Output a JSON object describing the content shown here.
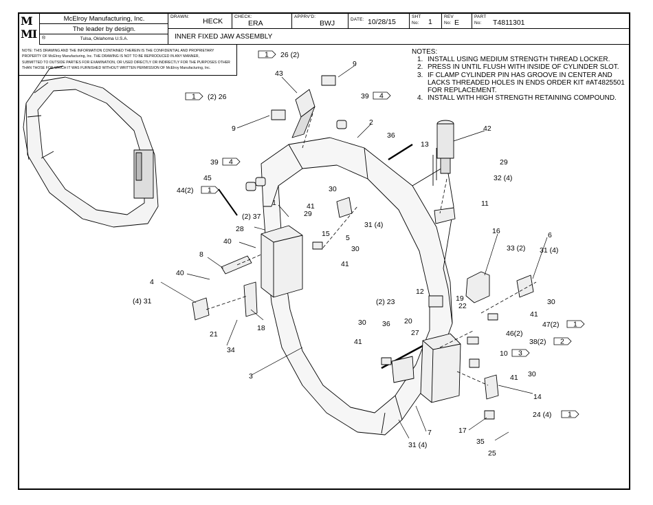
{
  "title_block": {
    "logo_top": "M",
    "logo_bottom": "MI",
    "company": "McElroy Manufacturing, Inc.",
    "slogan": "The leader by design.",
    "location": "Tulsa, Oklahoma U.S.A.",
    "registered_mark": "®",
    "drawn_label": "DRAWN:",
    "drawn_value": "HECK",
    "check_label": "CHECK:",
    "check_value": "ERA",
    "apprvd_label": "APPRV'D:",
    "apprvd_value": "BWJ",
    "date_label": "DATE:",
    "date_value": "10/28/15",
    "sht_label": "SHT",
    "no_label": "No:",
    "sht_value": "1",
    "rev_label": "REV",
    "rev_no_label": "No:",
    "rev_value": "E",
    "part_label": "PART",
    "part_no_label": "No:",
    "part_value": "T4811301",
    "drawing_title": "INNER FIXED JAW ASSEMBLY"
  },
  "confidentiality": [
    "NOTE: THIS DRAWING AND THE INFORMATION CONTAINED THEREIN IS THE CONFIDENTIAL AND PROPRIETARY",
    "PROPERTY OF McElroy Manufacturing, Inc. THE DRAWING IS NOT TO BE REPRODUCED IN ANY MANNER,",
    "SUBMITTED TO OUTSIDE PARTIES FOR EXAMINATION, OR USED DIRECTLY OR INDIRECTLY FOR THE PURPOSES OTHER",
    "THAN THOSE FOR WHICH IT WAS FURNISHED WITHOUT WRITTEN PERMISSION OF McElroy Manufacturing, Inc."
  ],
  "notes": {
    "heading": "NOTES:",
    "items": [
      {
        "num": "1.",
        "text": "INSTALL USING MEDIUM STRENGTH THREAD LOCKER."
      },
      {
        "num": "2.",
        "text": "PRESS IN UNTIL FLUSH WITH INSIDE OF CYLINDER SLOT."
      },
      {
        "num": "3.",
        "text": "IF CLAMP CYLINDER PIN HAS GROOVE IN CENTER AND",
        "cont": [
          "LACKS THREADED HOLES IN ENDS ORDER KIT #AT4825501",
          "FOR REPLACEMENT."
        ]
      },
      {
        "num": "4.",
        "text": "INSTALL WITH HIGH STRENGTH RETAINING COMPOUND."
      }
    ]
  },
  "callouts": [
    {
      "text": "26 (2)",
      "flag": "1"
    },
    {
      "text": "9"
    },
    {
      "text": "43"
    },
    {
      "text": "(2) 26",
      "flag": "1"
    },
    {
      "text": "39",
      "flag": "4"
    },
    {
      "text": "2"
    },
    {
      "text": "9"
    },
    {
      "text": "36"
    },
    {
      "text": "42"
    },
    {
      "text": "13"
    },
    {
      "text": "29"
    },
    {
      "text": "39",
      "flag": "4"
    },
    {
      "text": "45"
    },
    {
      "text": "44(2)",
      "flag": "1"
    },
    {
      "text": "32 (4)"
    },
    {
      "text": "30"
    },
    {
      "text": "11"
    },
    {
      "text": "41"
    },
    {
      "text": "1"
    },
    {
      "text": "29"
    },
    {
      "text": "31 (4)"
    },
    {
      "text": "(2) 37"
    },
    {
      "text": "28"
    },
    {
      "text": "15"
    },
    {
      "text": "5"
    },
    {
      "text": "16"
    },
    {
      "text": "6"
    },
    {
      "text": "33 (2)"
    },
    {
      "text": "40"
    },
    {
      "text": "30"
    },
    {
      "text": "31 (4)"
    },
    {
      "text": "8"
    },
    {
      "text": "41"
    },
    {
      "text": "40"
    },
    {
      "text": "4"
    },
    {
      "text": "12"
    },
    {
      "text": "19"
    },
    {
      "text": "(4) 31"
    },
    {
      "text": "(2) 23"
    },
    {
      "text": "22"
    },
    {
      "text": "30"
    },
    {
      "text": "41"
    },
    {
      "text": "20"
    },
    {
      "text": "47(2)",
      "flag": "1"
    },
    {
      "text": "21"
    },
    {
      "text": "18"
    },
    {
      "text": "30"
    },
    {
      "text": "36"
    },
    {
      "text": "27"
    },
    {
      "text": "46(2)"
    },
    {
      "text": "41"
    },
    {
      "text": "38(2)",
      "flag": "2"
    },
    {
      "text": "34"
    },
    {
      "text": "10",
      "flag": "3"
    },
    {
      "text": "30"
    },
    {
      "text": "3"
    },
    {
      "text": "41"
    },
    {
      "text": "14"
    },
    {
      "text": "24 (4)",
      "flag": "1"
    },
    {
      "text": "17"
    },
    {
      "text": "7"
    },
    {
      "text": "35"
    },
    {
      "text": "31 (4)"
    },
    {
      "text": "25"
    }
  ]
}
